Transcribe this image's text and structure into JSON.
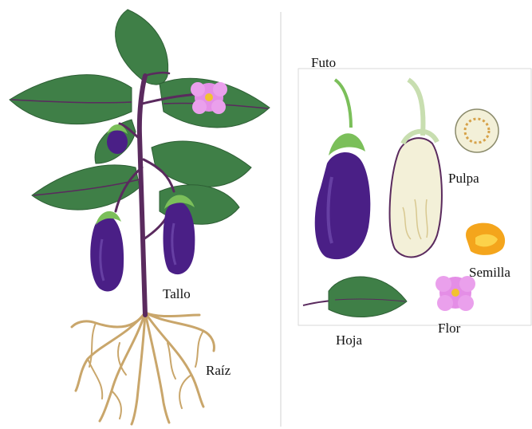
{
  "labels": {
    "tallo": "Tallo",
    "raiz": "Raíz",
    "futo": "Futo",
    "pulpa": "Pulpa",
    "semilla": "Semilla",
    "flor": "Flor",
    "hoja": "Hoja"
  },
  "colors": {
    "leaf": "#3f7f47",
    "leaf_dark": "#2e5f35",
    "stem": "#5a2a5e",
    "fruit": "#4a1f86",
    "calyx": "#7bbf5a",
    "flower": "#e48ee6",
    "flower_center": "#f2c230",
    "root": "#c9a66b",
    "pulp": "#f3f0d8",
    "seed": "#f4a51c",
    "divider": "#cccccc",
    "panel_border": "#d9d9d9"
  }
}
